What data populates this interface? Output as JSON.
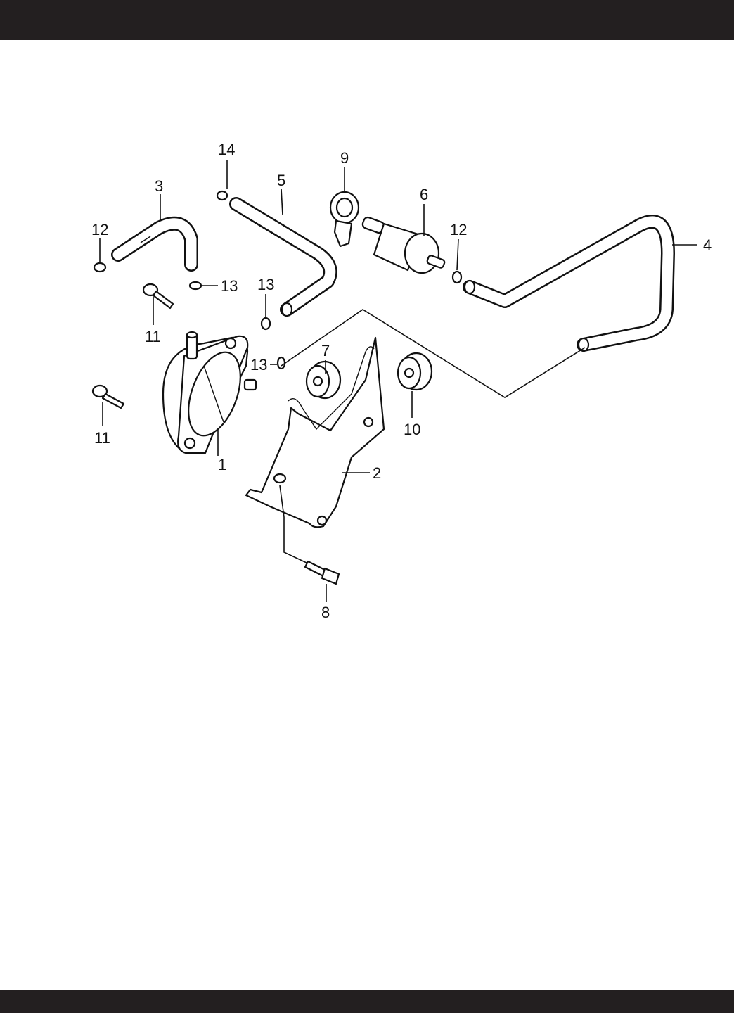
{
  "header_bar_color": "#231f20",
  "footer_bar_color": "#231f20",
  "callouts": {
    "c1": "1",
    "c2": "2",
    "c3": "3",
    "c4": "4",
    "c5": "5",
    "c6": "6",
    "c7": "7",
    "c8": "8",
    "c9": "9",
    "c10": "10",
    "c11a": "11",
    "c11b": "11",
    "c12a": "12",
    "c12b": "12",
    "c13a": "13",
    "c13b": "13",
    "c13c": "13",
    "c14": "14"
  }
}
